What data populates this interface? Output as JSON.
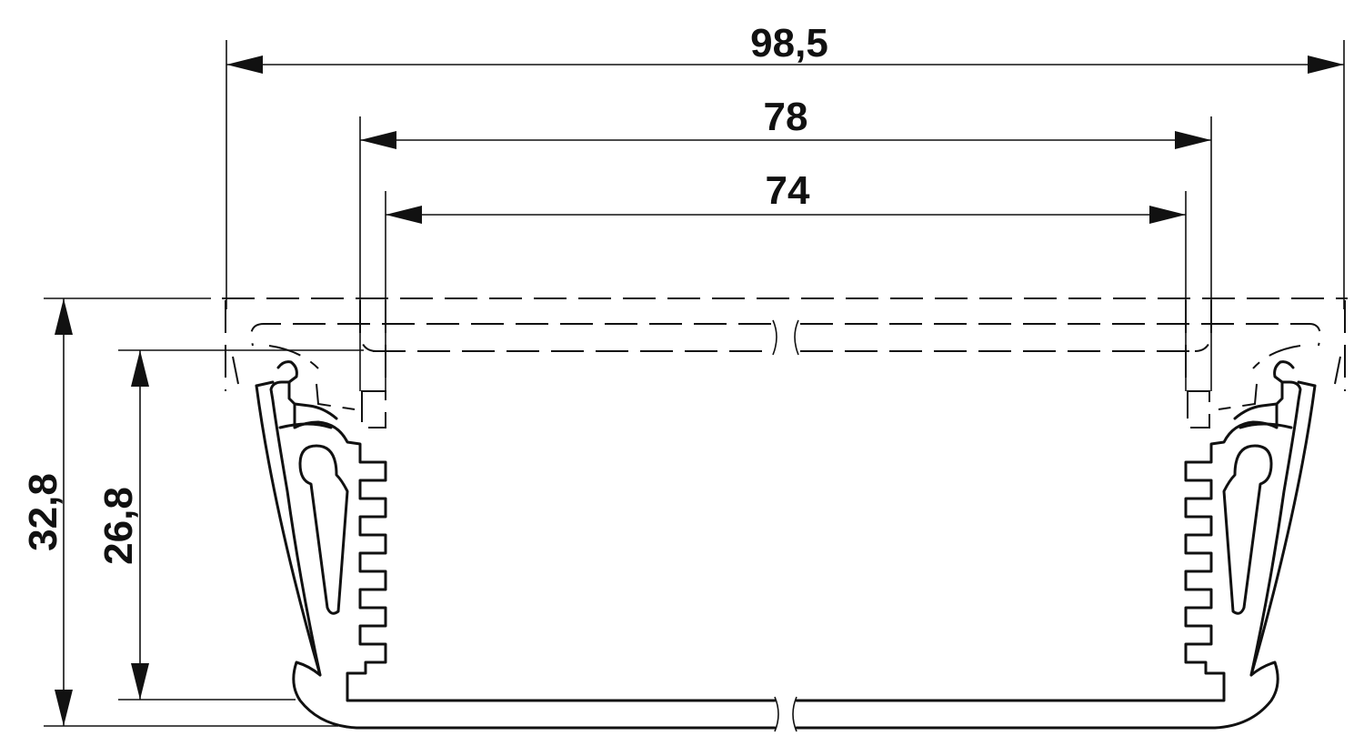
{
  "dimensions": {
    "overall_width": "98,5",
    "inner_width": "78",
    "clear_width": "74",
    "overall_height": "32,8",
    "body_height": "26,8"
  },
  "colors": {
    "line": "#111111",
    "background": "#ffffff"
  }
}
